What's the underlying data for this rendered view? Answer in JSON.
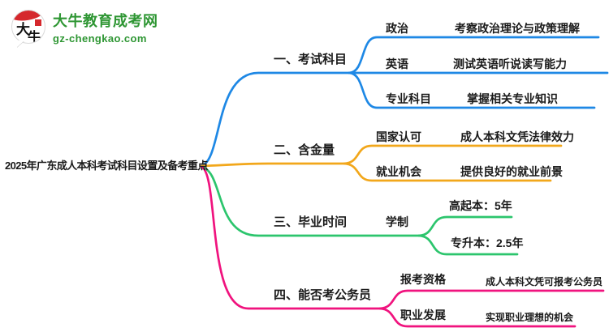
{
  "logo": {
    "site_name": "大牛教育成考网",
    "domain": "gz-chengkao.com",
    "icon_char_1": "大",
    "icon_char_2": "牛"
  },
  "colors": {
    "brand_green": "#2E9633",
    "brand_red": "#D5282D",
    "branch1_blue": "#1E88E5",
    "branch2_orange": "#F2A71B",
    "branch3_green": "#2CC56D",
    "branch4_pink": "#F0137E",
    "text": "#1A1A1A"
  },
  "root": {
    "label": "2025年广东成人本科考试科目设置及备考重点"
  },
  "branches": [
    {
      "label": "一、考试科目",
      "color": "#1E88E5",
      "children": [
        {
          "label": "政治",
          "desc": "考察政治理论与政策理解"
        },
        {
          "label": "英语",
          "desc": "测试英语听说读写能力"
        },
        {
          "label": "专业科目",
          "desc": "掌握相关专业知识"
        }
      ]
    },
    {
      "label": "二、含金量",
      "color": "#F2A71B",
      "children": [
        {
          "label": "国家认可",
          "desc": "成人本科文凭法律效力"
        },
        {
          "label": "就业机会",
          "desc": "提供良好的就业前景"
        }
      ]
    },
    {
      "label": "三、毕业时间",
      "color": "#2CC56D",
      "children": [
        {
          "label": "学制",
          "desc": "高起本：5年",
          "desc2": "专升本：2.5年"
        }
      ]
    },
    {
      "label": "四、能否考公务员",
      "color": "#F0137E",
      "children": [
        {
          "label": "报考资格",
          "desc": "成人本科文凭可报考公务员"
        },
        {
          "label": "职业发展",
          "desc": "实现职业理想的机会"
        }
      ]
    }
  ]
}
